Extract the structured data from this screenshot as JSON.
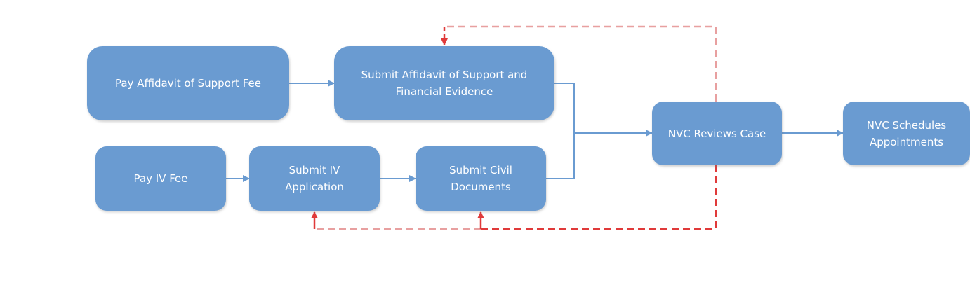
{
  "diagram": {
    "nodes": {
      "pay_affidavit_fee": "Pay Affidavit of Support Fee",
      "submit_affidavit": "Submit Affidavit of Support and\nFinancial Evidence",
      "pay_iv_fee": "Pay IV Fee",
      "submit_iv_application": "Submit IV\nApplication",
      "submit_civil_documents": "Submit Civil\nDocuments",
      "nvc_reviews_case": "NVC Reviews Case",
      "nvc_schedules_appointments": "NVC Schedules\nAppointments"
    },
    "colors": {
      "node_fill": "#6a9bd1",
      "connector": "#6a9bd1",
      "feedback_loop": "#e03a3a",
      "feedback_loop_faded": "#e8a0a0"
    }
  }
}
